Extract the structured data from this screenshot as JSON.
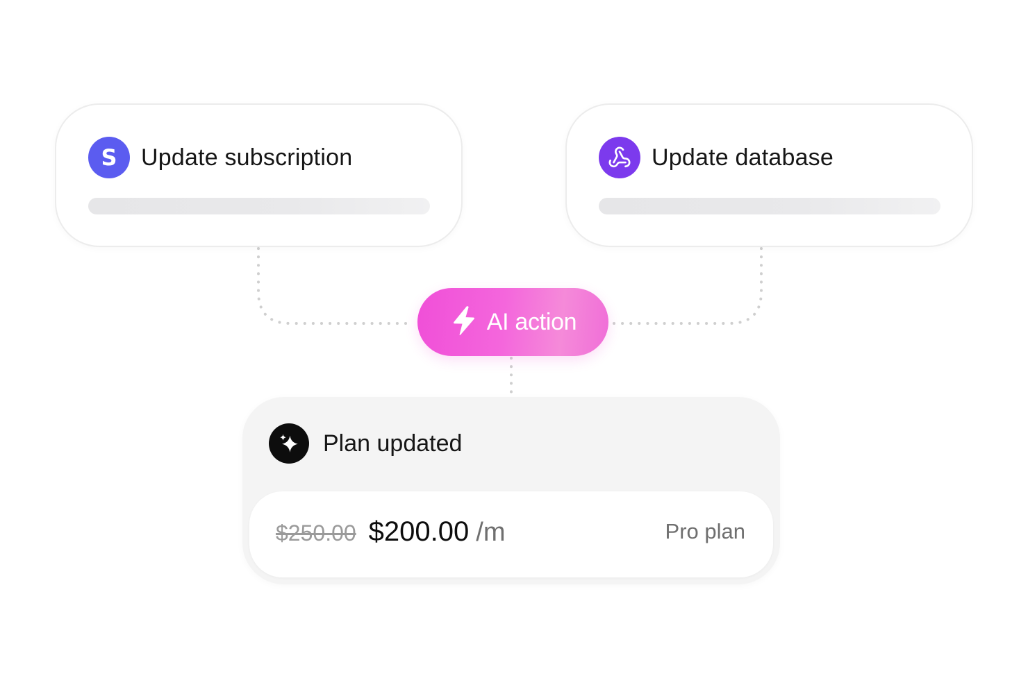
{
  "cards": {
    "subscription": {
      "title": "Update subscription",
      "icon": "stripe-logo-icon",
      "icon_letter": "S",
      "icon_color": "#5b5cf0"
    },
    "database": {
      "title": "Update database",
      "icon": "webhook-icon",
      "icon_color": "#7c3aed"
    }
  },
  "ai_action": {
    "label": "AI action",
    "icon": "lightning-bolt-icon",
    "color": "#f04fd8"
  },
  "result": {
    "title": "Plan updated",
    "icon": "sparkle-icon",
    "old_price": "$250.00",
    "new_price": "$200.00",
    "unit": "/m",
    "plan": "Pro plan"
  }
}
